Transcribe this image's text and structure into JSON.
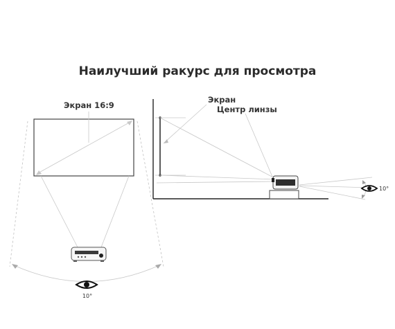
{
  "title": "Наилучший ракурс для просмотра",
  "front_view": {
    "screen_label": "Экран 16:9",
    "angle_label": "10°"
  },
  "side_view": {
    "screen_label": "Экран",
    "lens_center_label": "Центр линзы",
    "angle_label": "10°"
  }
}
